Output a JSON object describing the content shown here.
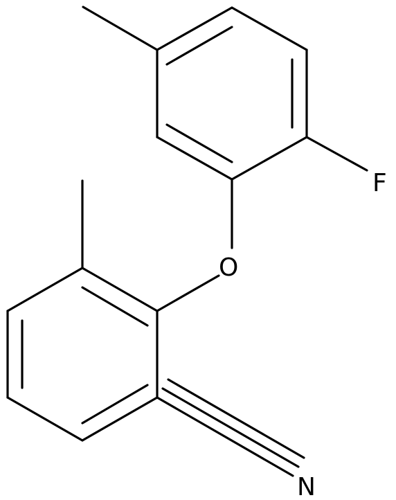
{
  "structure": {
    "atoms": {
      "fluorine": "F",
      "oxygen": "O",
      "nitrogen": "N"
    }
  }
}
